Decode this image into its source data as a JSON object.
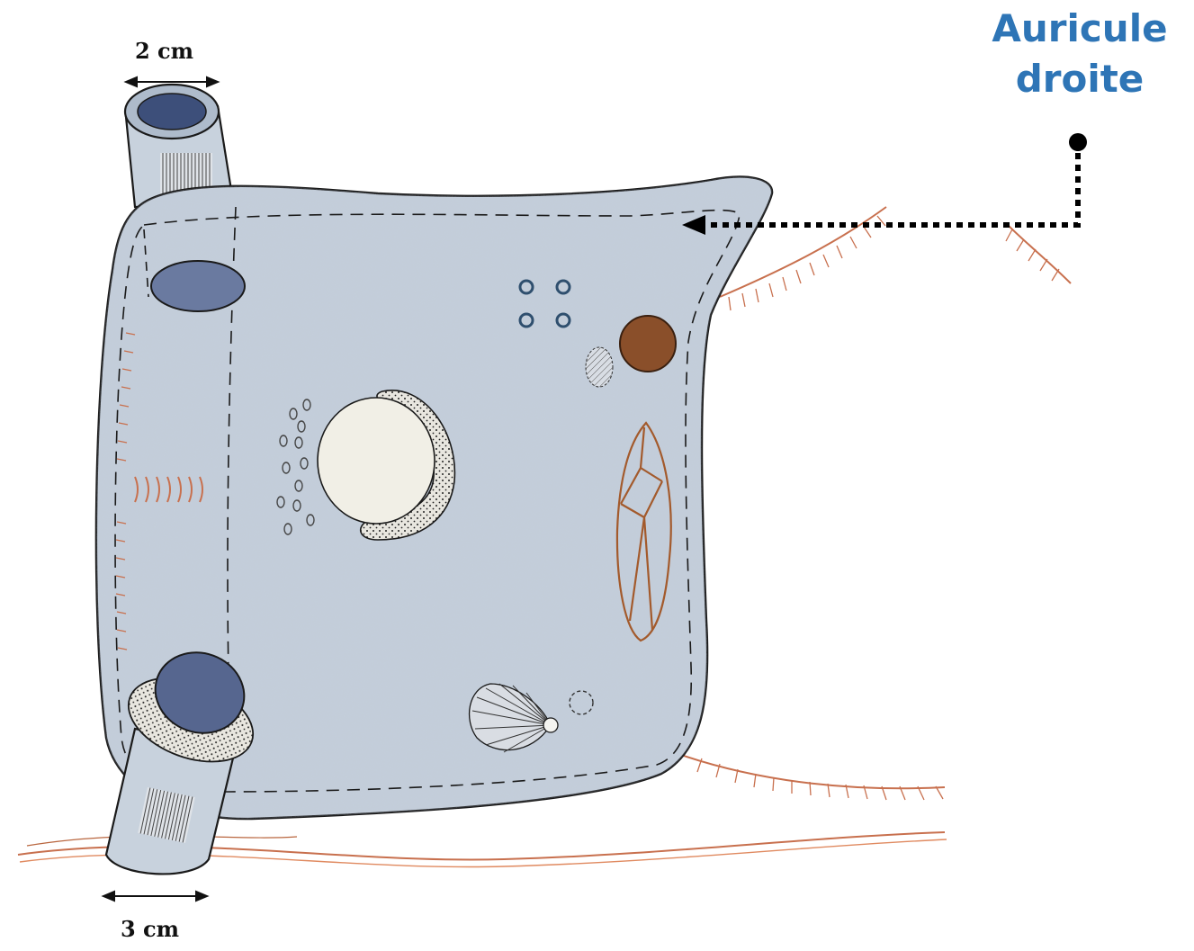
{
  "callout": {
    "label_line1": "Auricule",
    "label_line2": "droite",
    "color": "#2e75b6"
  },
  "dimensions": {
    "top_vessel": "2 cm",
    "bottom_vessel": "3 cm"
  },
  "colors": {
    "chamber_fill": "#c3cdd8",
    "vessel_lumen": "#3d4f7a",
    "coronary_sinus": "#8a4f2a",
    "pericardium_line": "#c8704e",
    "fossa_fill": "#f1efe6",
    "outline": "#1a1a1a"
  }
}
